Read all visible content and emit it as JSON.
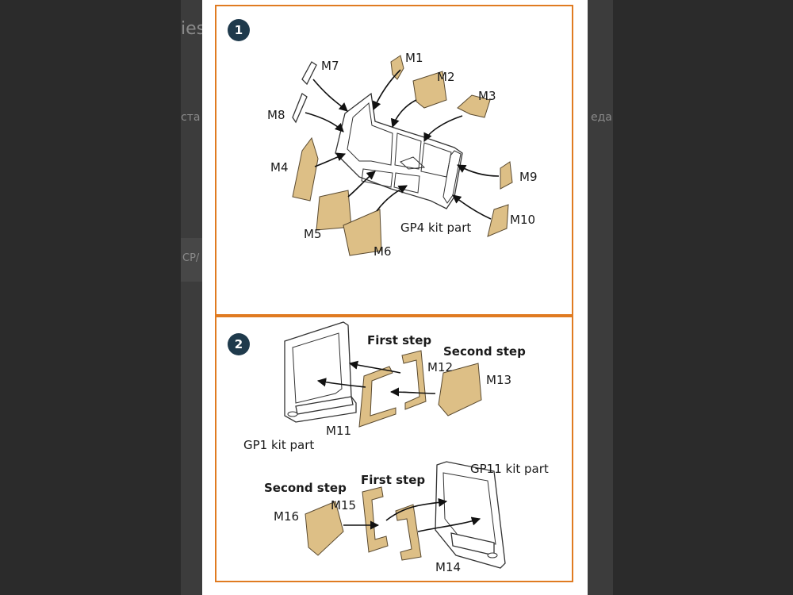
{
  "background": {
    "fragment_top": "ies",
    "fragment_left": "ста",
    "fragment_right": "еда",
    "fragment_mid": "СР/"
  },
  "step1": {
    "badge": "1",
    "labels": {
      "M1": "M1",
      "M2": "M2",
      "M3": "M3",
      "M4": "M4",
      "M5": "M5",
      "M6": "M6",
      "M7": "M7",
      "M8": "M8",
      "M9": "M9",
      "M10": "M10",
      "kit": "GP4 kit part"
    }
  },
  "step2": {
    "badge": "2",
    "upper": {
      "first": "First step",
      "second": "Second step",
      "M11": "M11",
      "M12": "M12",
      "M13": "M13",
      "kit": "GP1 kit part"
    },
    "lower": {
      "first": "First step",
      "second": "Second step",
      "M14": "M14",
      "M15": "M15",
      "M16": "M16",
      "kit": "GP11 kit part"
    }
  },
  "colors": {
    "border": "#e07b21",
    "badge": "#1f3a4c",
    "part": "#ddbf86"
  }
}
